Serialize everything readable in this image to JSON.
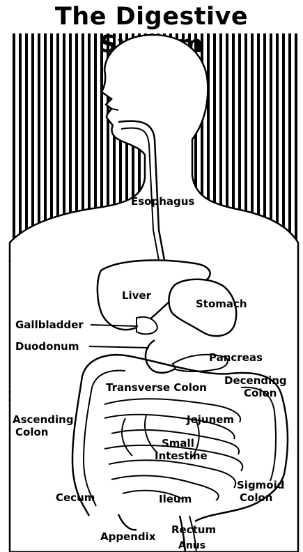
{
  "title": "The Digestive System",
  "labels": {
    "esophagus": "Esophagus",
    "liver": "Liver",
    "stomach": "Stomach",
    "gallbladder": "Gallbladder",
    "duodenum": "Duodonum",
    "pancreas": "Pancreas",
    "transverse_colon": "Transverse Colon",
    "descending_colon_1": "Decending",
    "descending_colon_2": "Colon",
    "ascending_colon_1": "Ascending",
    "ascending_colon_2": "Colon",
    "jejunum": "Jejunem",
    "small_intestine_1": "Small",
    "small_intestine_2": "Intestine",
    "cecum": "Cecum",
    "ileum": "Ileum",
    "sigmoid_colon_1": "Sigmoid",
    "sigmoid_colon_2": "Colon",
    "appendix": "Appendix",
    "rectum": "Rectum",
    "anus": "Anus"
  }
}
